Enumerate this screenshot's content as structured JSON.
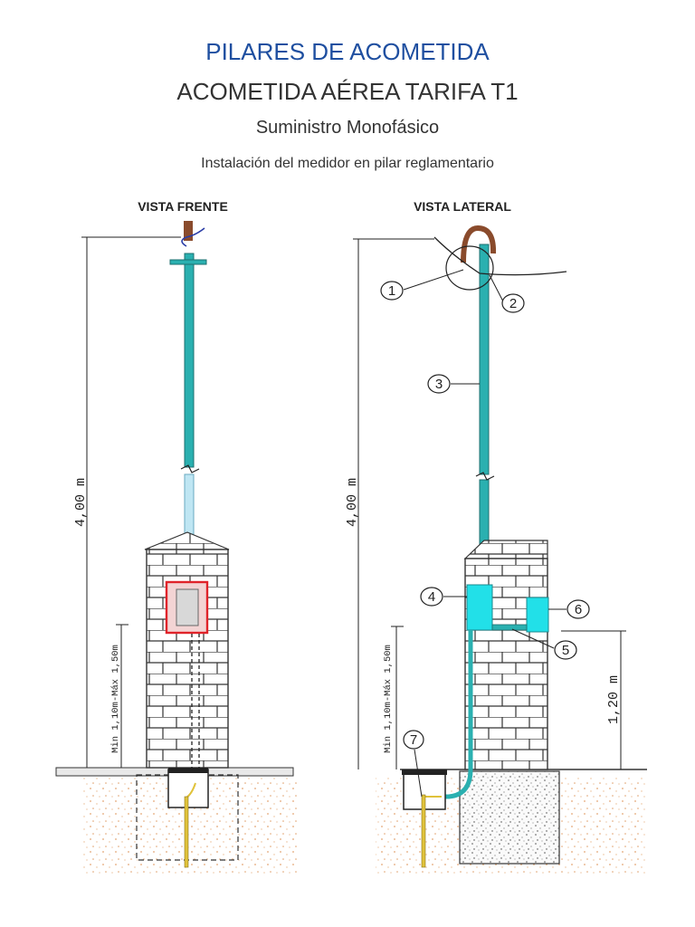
{
  "header": {
    "title": "PILARES DE ACOMETIDA",
    "subtitle": "ACOMETIDA AÉREA TARIFA T1",
    "supply": "Suministro Monofásico",
    "description": "Instalación del medidor en pilar reglamentario"
  },
  "views": {
    "front": {
      "label": "VISTA FRENTE",
      "height_label": "4,00  m",
      "min_max_label": "Min 1,10m-Máx 1,50m"
    },
    "side": {
      "label": "VISTA LATERAL",
      "height_label": "4,00  m",
      "min_max_label": "Min 1,10m-Máx 1,50m",
      "cabinet_height_label": "1,20  m",
      "callouts": [
        "1",
        "2",
        "3",
        "4",
        "5",
        "6",
        "7"
      ]
    }
  },
  "colors": {
    "title": "#1f4fa0",
    "pipe": "#2ab0b0",
    "pipe_light": "#bfe6f3",
    "meter_box_border": "#e0232a",
    "meter_box_fill": "#f3d4d4",
    "box": "#22e0e8",
    "earth": "#e3a674",
    "rod": "#e0c23a",
    "mast_top": "#8a4b2c"
  }
}
